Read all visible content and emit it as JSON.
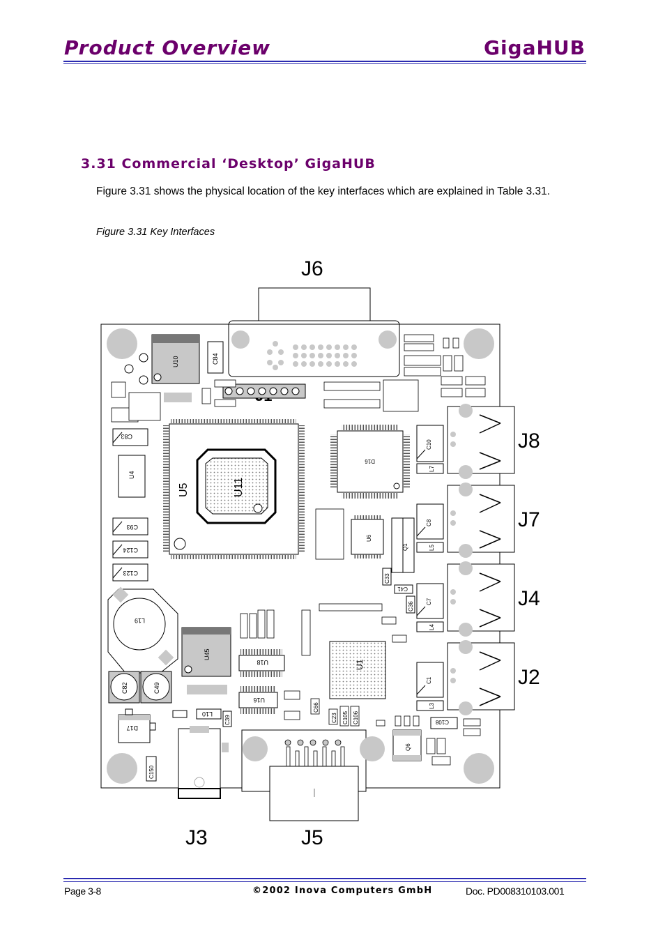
{
  "header": {
    "title": "Product Overview",
    "product": "GigaHUB"
  },
  "section": {
    "heading": "3.31 Commercial ‘Desktop’ GigaHUB",
    "paragraph": "Figure 3.31 shows the physical location of the key interfaces which are explained in Table 3.31.",
    "caption": "Figure 3.31 Key Interfaces"
  },
  "figure": {
    "connector_labels": {
      "j6": "J6",
      "j8": "J8",
      "j7": "J7",
      "j4": "J4",
      "j2": "J2",
      "j3": "J3",
      "j5": "J5"
    },
    "chips": {
      "u10": "U10",
      "c84": "C84",
      "u5": "U5",
      "u11": "U11",
      "u4": "U4",
      "c83": "C83",
      "d16": "D16",
      "u6": "U6",
      "q1": "Q1",
      "c93": "C93",
      "c124": "C124",
      "c123": "C123",
      "l19": "L19",
      "u45": "U45",
      "u18": "U18",
      "u16": "U16",
      "u1": "U1",
      "c82": "C82",
      "c49": "C49",
      "d17": "D17",
      "c150": "C150",
      "q6": "Q6",
      "c10": "C10",
      "c8": "C8",
      "c7": "C7",
      "c1": "C1",
      "l7": "L7",
      "l5": "L5",
      "l4": "L4",
      "l3": "L3",
      "c33": "C33",
      "c41": "C41",
      "c36": "C36",
      "c108": "C108",
      "l10": "L10",
      "c39": "C39",
      "c66": "C66",
      "c23": "C23",
      "c105": "C105",
      "c106": "C106",
      "j1": "J1"
    }
  },
  "footer": {
    "page": "Page 3-8",
    "copyright": "©2002 Inova Computers GmbH",
    "doc": "Doc. PD008310103.001"
  }
}
